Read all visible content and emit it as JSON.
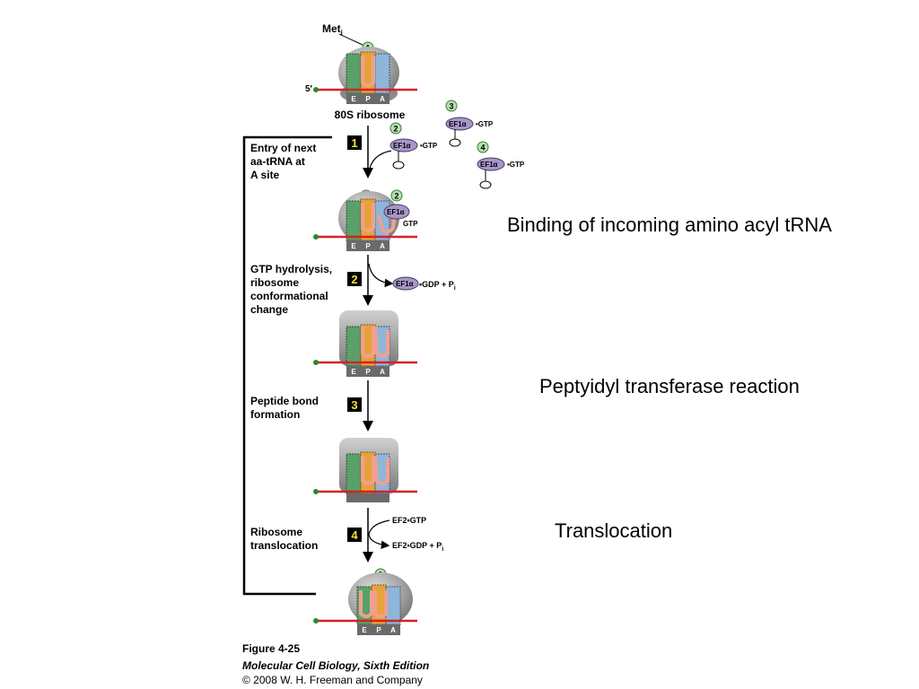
{
  "labels": {
    "met": "Met",
    "met_sub": "i",
    "five_prime": "5′",
    "ribosome_name": "80S ribosome",
    "site_e": "E",
    "site_p": "P",
    "site_a": "A",
    "trna_1": "1",
    "trna_2": "2",
    "trna_3": "3",
    "trna_4": "4",
    "ef1": "EF1",
    "alpha": "α",
    "gtp_dot": "•GTP",
    "gdp_dot": "•GDP + P",
    "pi_sub": "i",
    "gtp": "GTP",
    "ef2_gtp": "EF2•GTP",
    "ef2_gdp": "EF2•GDP + P"
  },
  "steps": [
    {
      "number": "1",
      "lines": [
        "Entry of next",
        "aa-tRNA at",
        "A site"
      ]
    },
    {
      "number": "2",
      "lines": [
        "GTP hydrolysis,",
        "ribosome",
        "conformational",
        "change"
      ]
    },
    {
      "number": "3",
      "lines": [
        "Peptide bond",
        "formation"
      ]
    },
    {
      "number": "4",
      "lines": [
        "Ribosome",
        "translocation"
      ]
    }
  ],
  "caption": {
    "figure": "Figure 4-25",
    "book": "Molecular Cell Biology, Sixth Edition",
    "copyright": "© 2008 W. H. Freeman and Company"
  },
  "side_labels": {
    "binding": "Binding of incoming amino acyl tRNA",
    "peptidyl": "Peptyidyl transferase reaction",
    "translocation": "Translocation"
  },
  "colors": {
    "mrna": "#d6202a",
    "e_site": "#5aa06a",
    "p_site": "#e8a23a",
    "a_site": "#8fb6d8",
    "trna": "#f0a090",
    "ef1": "#a796c9",
    "bead": "#b8e0b0",
    "step_box": "#000000",
    "step_number": "#f2e23a"
  }
}
